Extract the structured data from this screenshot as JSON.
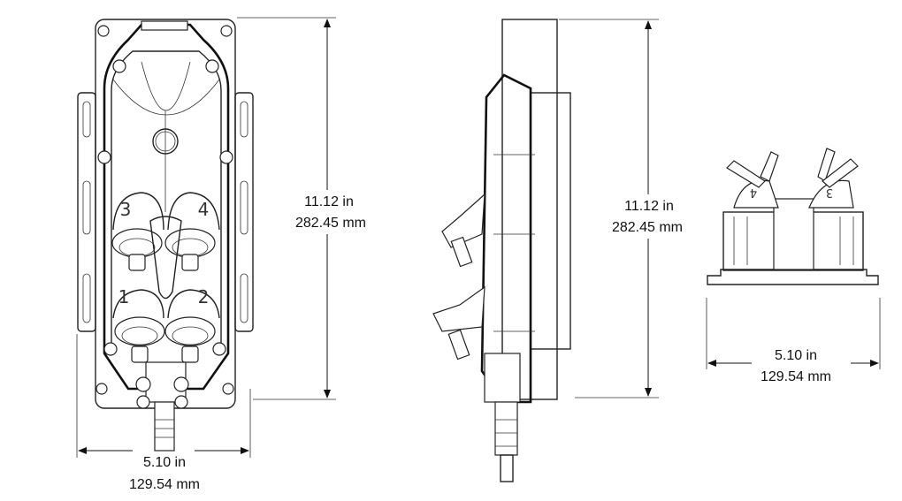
{
  "front_view": {
    "port_labels": [
      "1",
      "2",
      "3",
      "4"
    ],
    "height_dimension": {
      "imperial": "11.12 in",
      "metric": "282.45 mm"
    },
    "width_dimension": {
      "imperial": "5.10 in",
      "metric": "129.54 mm"
    }
  },
  "side_view": {
    "height_dimension": {
      "imperial": "11.12 in",
      "metric": "282.45 mm"
    }
  },
  "end_view": {
    "port_labels": [
      "4",
      "3"
    ],
    "width_dimension": {
      "imperial": "5.10 in",
      "metric": "129.54 mm"
    }
  }
}
